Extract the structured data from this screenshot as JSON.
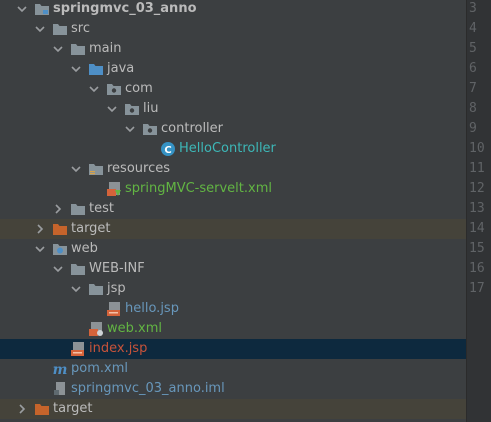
{
  "project": {
    "title": "springmvc_03_anno",
    "nodes": [
      {
        "label": "src"
      },
      {
        "label": "main"
      },
      {
        "label": "java"
      },
      {
        "label": "com"
      },
      {
        "label": "liu"
      },
      {
        "label": "controller"
      },
      {
        "label": "HelloController",
        "badge": "C"
      },
      {
        "label": "resources"
      },
      {
        "label": "springMVC-servelt.xml"
      },
      {
        "label": "test"
      },
      {
        "label": "target"
      },
      {
        "label": "web"
      },
      {
        "label": "WEB-INF"
      },
      {
        "label": "jsp"
      },
      {
        "label": "hello.jsp"
      },
      {
        "label": "web.xml"
      },
      {
        "label": "index.jsp"
      },
      {
        "label": "pom.xml"
      },
      {
        "label": "springmvc_03_anno.iml"
      },
      {
        "label": "target"
      }
    ]
  },
  "gutter": {
    "lines": [
      "3",
      "4",
      "5",
      "6",
      "7",
      "8",
      "9",
      "10",
      "11",
      "12",
      "13",
      "14",
      "15",
      "16",
      "17"
    ]
  },
  "colors": {
    "panel": "#3c3f41",
    "selected_row": "#0d293e",
    "excluded_row": "#45433a",
    "folder": "#87939a",
    "source_folder": "#4e8fc6",
    "excluded_folder": "#c6642b",
    "green_text": "#62b543",
    "teal_text": "#3db7b7"
  },
  "icons": {
    "folder": "folder-icon",
    "source": "source-folder-icon",
    "package": "package-icon",
    "class": "class-icon",
    "xml": "xml-file-icon",
    "jsp": "jsp-file-icon",
    "maven": "maven-icon",
    "iml": "iml-file-icon"
  }
}
